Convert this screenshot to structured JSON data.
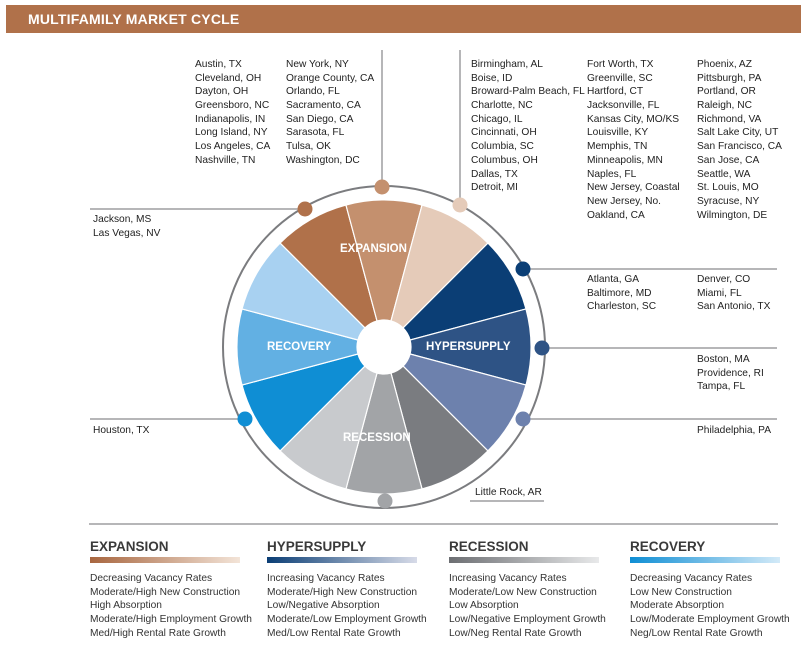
{
  "title": "MULTIFAMILY MARKET CYCLE",
  "wheel": {
    "phases": [
      {
        "label": "EXPANSION",
        "colors": [
          "#b0714a",
          "#c4906e",
          "#e5cbb9"
        ]
      },
      {
        "label": "HYPERSUPPLY",
        "colors": [
          "#0b3e75",
          "#2e5385",
          "#6d81ad"
        ]
      },
      {
        "label": "RECESSION",
        "colors": [
          "#7a7c80",
          "#a2a4a7",
          "#c8cacd"
        ]
      },
      {
        "label": "RECOVERY",
        "colors": [
          "#0f8ed4",
          "#62b0e3",
          "#a8d1f1"
        ]
      }
    ]
  },
  "cities": {
    "expansion_col1": [
      "Austin, TX",
      "Cleveland, OH",
      "Dayton, OH",
      "Greensboro, NC",
      "Indianapolis, IN",
      "Long Island, NY",
      "Los Angeles, CA",
      "Nashville, TN"
    ],
    "expansion_col2": [
      "New York, NY",
      "Orange County, CA",
      "Orlando, FL",
      "Sacramento, CA",
      "San Diego, CA",
      "Sarasota, FL",
      "Tulsa, OK",
      "Washington, DC"
    ],
    "peak_col1": [
      "Birmingham, AL",
      "Boise, ID",
      "Broward-Palm Beach, FL",
      "Charlotte, NC",
      "Chicago, IL",
      "Cincinnati, OH",
      "Columbia, SC",
      "Columbus, OH",
      "Dallas, TX",
      "Detroit, MI"
    ],
    "peak_col2": [
      "Fort Worth, TX",
      "Greenville, SC",
      "Hartford, CT",
      "Jacksonville, FL",
      "Kansas City, MO/KS",
      "Louisville, KY",
      "Memphis, TN",
      "Minneapolis, MN",
      "Naples, FL",
      "New Jersey, Coastal",
      "New Jersey, No.",
      "Oakland, CA"
    ],
    "peak_col3": [
      "Phoenix, AZ",
      "Pittsburgh, PA",
      "Portland, OR",
      "Raleigh, NC",
      "Richmond, VA",
      "Salt Lake City, UT",
      "San Francisco, CA",
      "San Jose, CA",
      "Seattle, WA",
      "St. Louis, MO",
      "Syracuse, NY",
      "Wilmington, DE"
    ],
    "early_expansion": [
      "Jackson, MS",
      "Las Vegas, NV"
    ],
    "hyper1_col1": [
      "Atlanta, GA",
      "Baltimore, MD",
      "Charleston, SC"
    ],
    "hyper1_col2": [
      "Denver, CO",
      "Miami, FL",
      "San Antonio, TX"
    ],
    "hyper2": [
      "Boston, MA",
      "Providence, RI",
      "Tampa, FL"
    ],
    "hyper3": [
      "Philadelphia, PA"
    ],
    "recession": [
      "Little Rock, AR"
    ],
    "recovery": [
      "Houston, TX"
    ]
  },
  "legend": [
    {
      "heading": "EXPANSION",
      "gradient": [
        "#a8663f",
        "#f3e4d8"
      ],
      "items": [
        "Decreasing Vacancy Rates",
        "Moderate/High New Construction",
        "High Absorption",
        "Moderate/High Employment Growth",
        "Med/High Rental Rate Growth"
      ]
    },
    {
      "heading": "HYPERSUPPLY",
      "gradient": [
        "#0b3e75",
        "#d7dbe8"
      ],
      "items": [
        "Increasing Vacancy Rates",
        "Moderate/High New Construction",
        "Low/Negative Absorption",
        "Moderate/Low Employment Growth",
        "Med/Low Rental Rate Growth"
      ]
    },
    {
      "heading": "RECESSION",
      "gradient": [
        "#6c6e72",
        "#e8e9ea"
      ],
      "items": [
        "Increasing Vacancy Rates",
        "Moderate/Low New Construction",
        "Low Absorption",
        "Low/Negative Employment Growth",
        "Low/Neg Rental Rate Growth"
      ]
    },
    {
      "heading": "RECOVERY",
      "gradient": [
        "#0f8ed4",
        "#d3eaf8"
      ],
      "items": [
        "Decreasing Vacancy Rates",
        "Low New Construction",
        "Moderate Absorption",
        "Low/Moderate Employment Growth",
        "Neg/Low Rental Rate Growth"
      ]
    }
  ]
}
